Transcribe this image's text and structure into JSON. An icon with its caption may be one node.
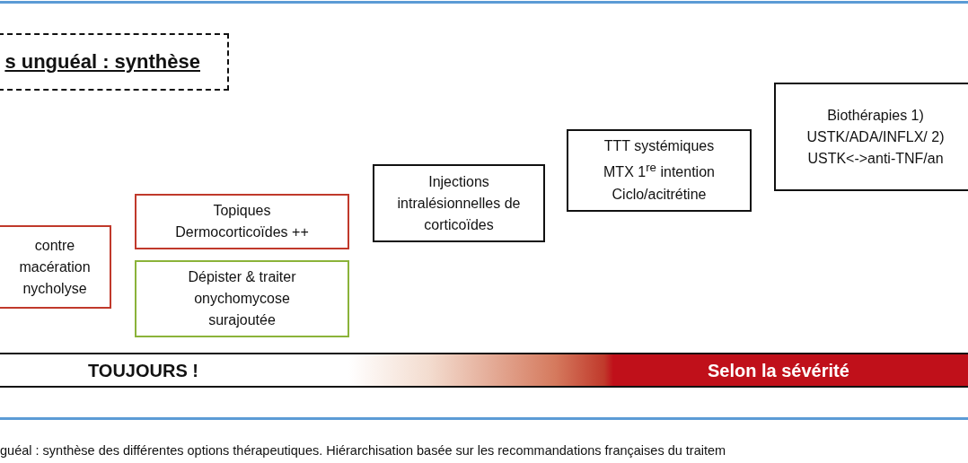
{
  "diagram": {
    "title": "s unguéal : synthèse",
    "caption": "guéal : synthèse des différentes options thérapeutiques. Hiérarchisation basée sur les recommandations françaises du traitem",
    "nodes": [
      {
        "text": [
          "contre macération nycholyse"
        ]
      },
      {
        "text": [
          "Topiques Dermocorticoïdes ++"
        ]
      },
      {
        "text": [
          "Dépister & traiter onychomycose surajoutée"
        ]
      },
      {
        "text": [
          "Injections intralésionnelles de corticoïdes"
        ]
      },
      {
        "text": [
          "TTT systémiques MTX 1$^{re}$ intention Ciclo/acitrétine"
        ]
      },
      {
        "text": [
          "Biothérapies 1) USTK/ADA/INFLX/ 2) USTK<->anti-TNF/an"
        ]
      },
      {
        "text": [
          "TOUJOURS !",
          "Selon la sévérité"
        ]
      }
    ],
    "edges": []
  }
}
